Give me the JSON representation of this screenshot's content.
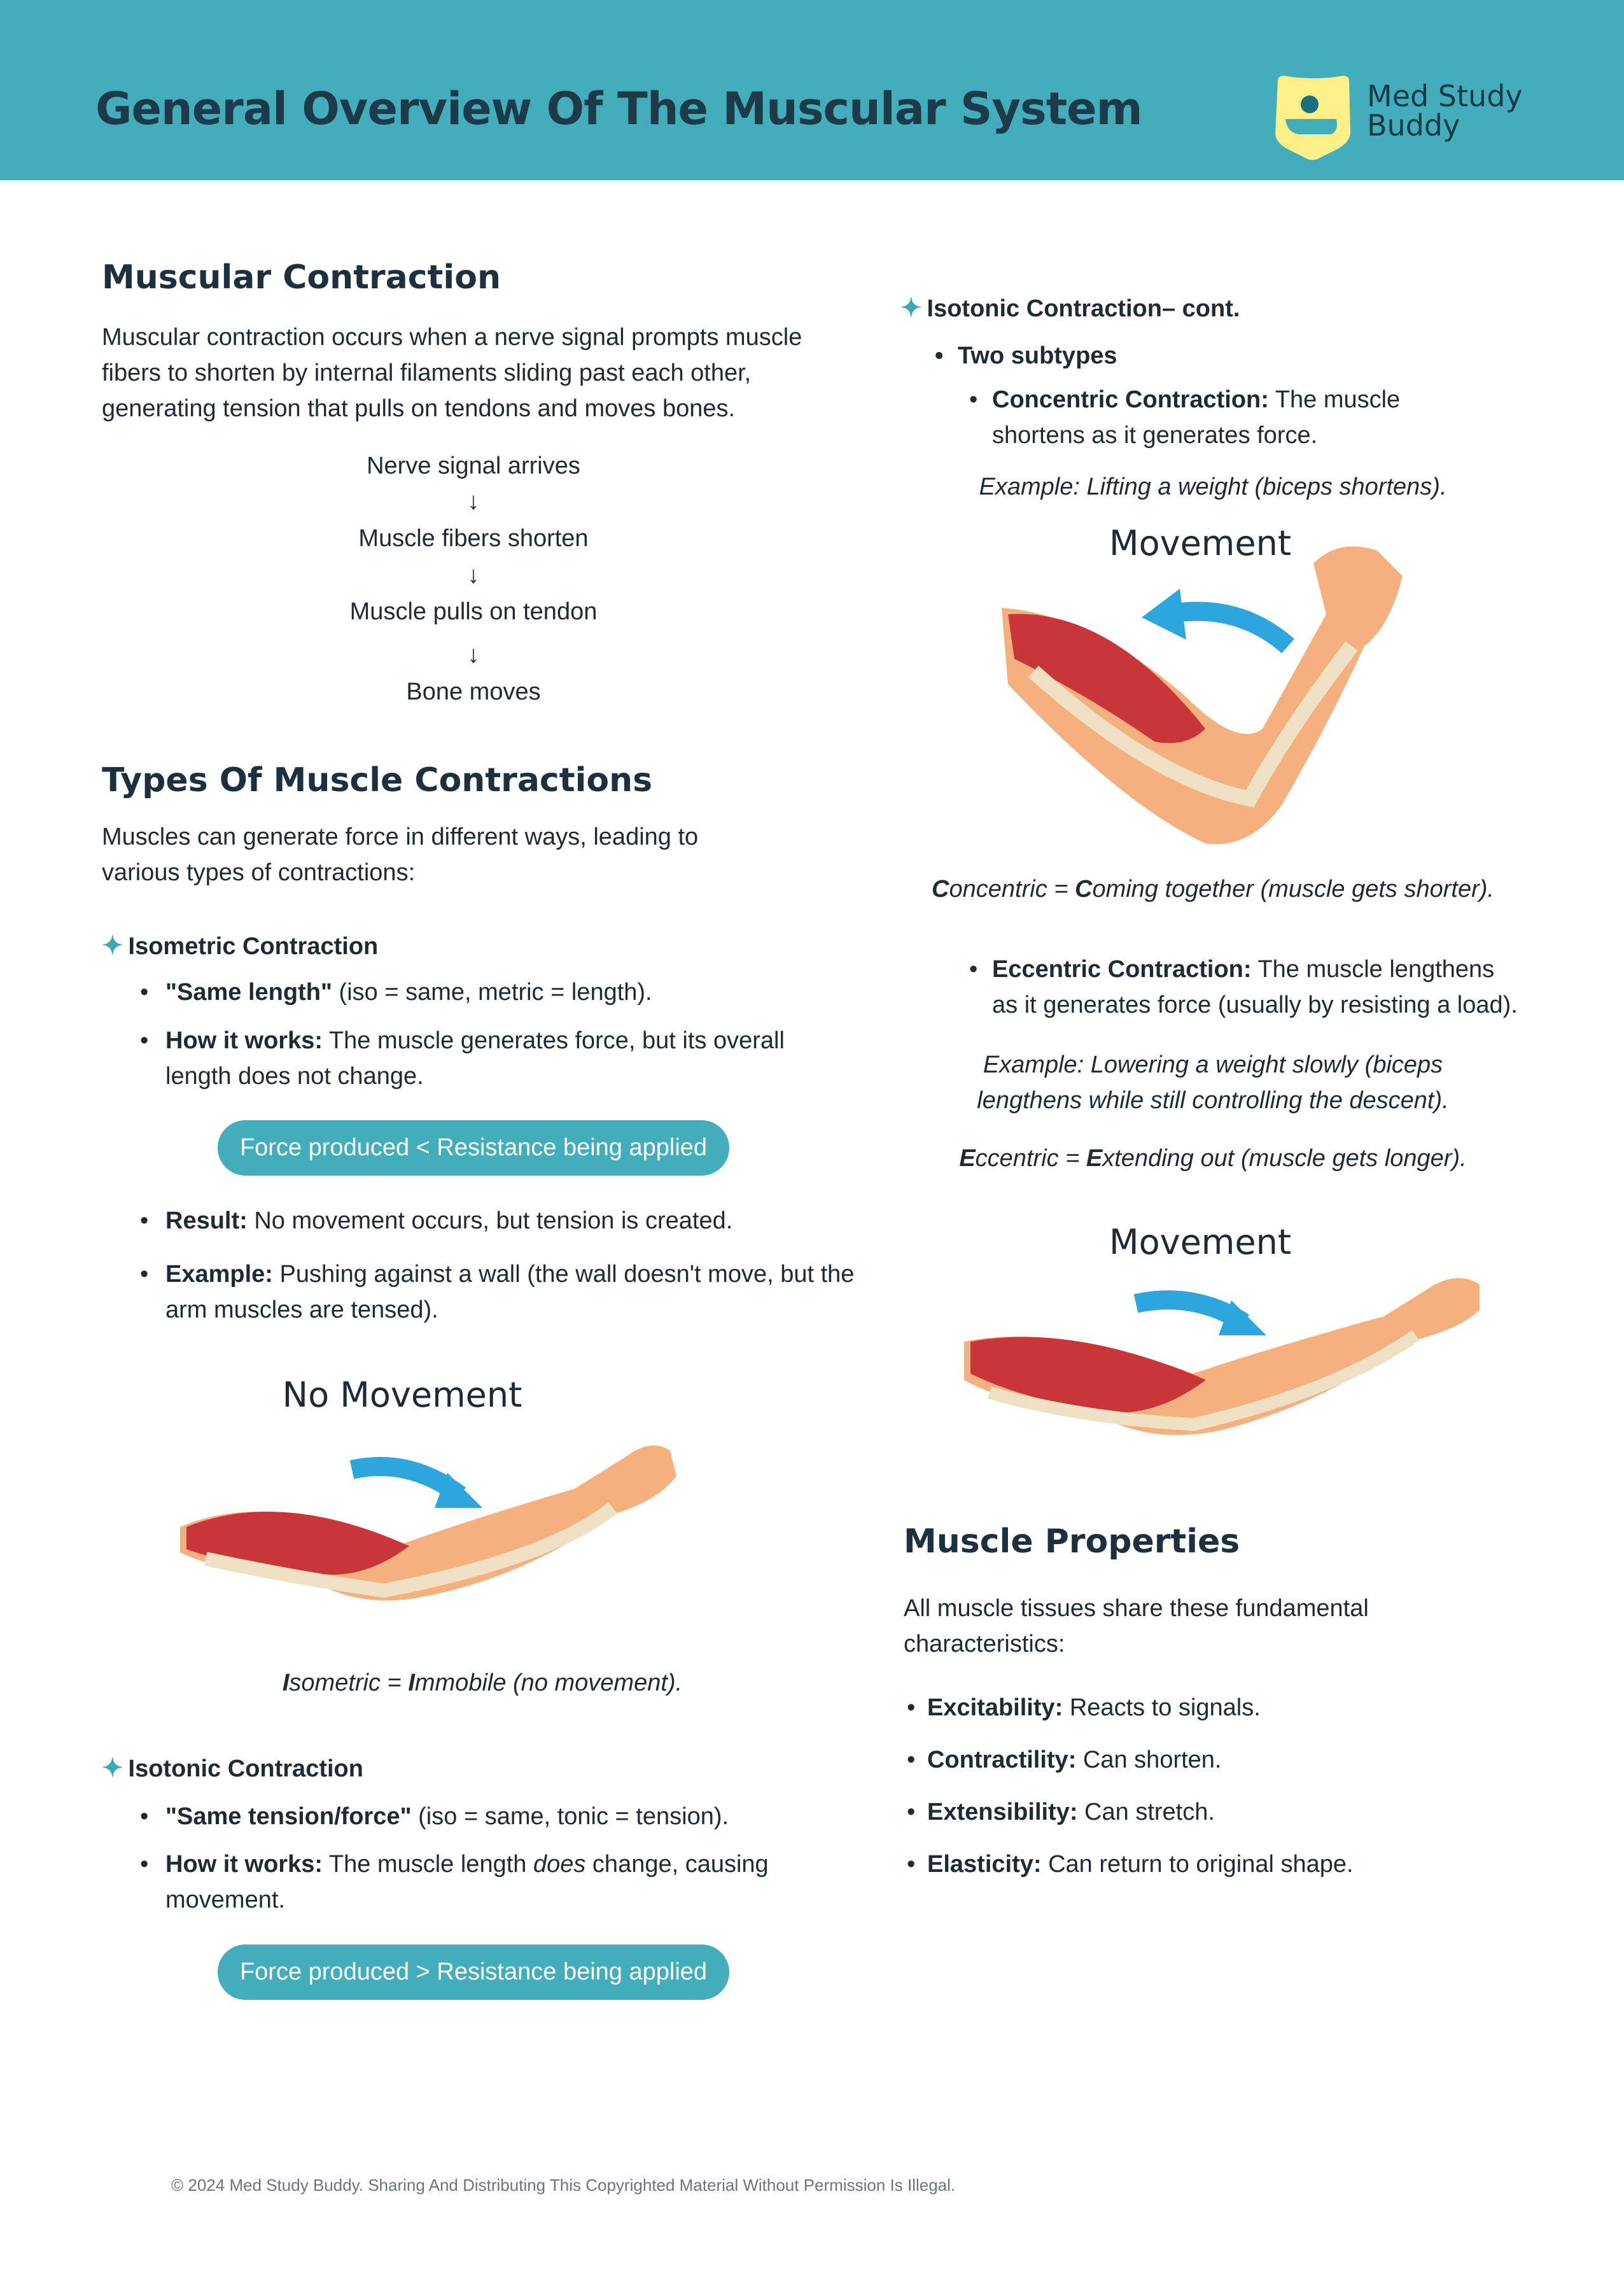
{
  "header": {
    "title": "General Overview Of The Muscular System",
    "brand_line1": "Med Study",
    "brand_line2": "Buddy"
  },
  "colors": {
    "header": "#43adbb",
    "pill": "#43adbb",
    "arrow": "#2ea6dd",
    "muscle": "#c8363a",
    "skin": "#f4b07f"
  },
  "contraction": {
    "heading": "Muscular Contraction",
    "lines": [
      "Muscular contraction occurs when a nerve signal prompts muscle",
      "fibers to shorten by internal filaments sliding past each other,",
      "generating tension that pulls on tendons and moves bones."
    ],
    "flow": [
      "Nerve signal arrives",
      "↓",
      "Muscle fibers shorten",
      "↓",
      "Muscle pulls on tendon",
      "↓",
      "Bone moves"
    ]
  },
  "types": {
    "heading": "Types Of Muscle Contractions",
    "lines": [
      "Muscles can generate force in different ways, leading to",
      "various types of contractions:"
    ]
  },
  "isometric": {
    "heading": "Isometric Contraction",
    "b1_bold": "\"Same length\"",
    "b1_rest": " (iso = same, metric = length).",
    "b2_bold": "How it works:",
    "b2_rest": " The muscle generates force, but its overall",
    "b2_line2": "length does not change.",
    "pill": "Force produced < Resistance being applied",
    "b3_bold": "Result:",
    "b3_rest": " No movement occurs, but tension is created.",
    "b4_bold": "Example:",
    "b4_rest": " Pushing against a wall (the wall doesn't move, but the",
    "b4_line2": "arm muscles are tensed).",
    "figure_label": "No Movement",
    "mn": [
      "I",
      "sometric = ",
      "I",
      "mmobile (no movement)."
    ]
  },
  "isotonic": {
    "heading": "Isotonic Contraction",
    "b1_bold": "\"Same tension/force\"",
    "b1_rest": " (iso = same, tonic = tension).",
    "b2_bold": "How it works:",
    "b2_rest1": " The muscle length ",
    "b2_em": "does",
    "b2_rest2": " change, causing",
    "b2_line2": "movement.",
    "pill": "Force produced > Resistance being applied"
  },
  "isotonic_cont": {
    "heading": "Isotonic Contraction– cont.",
    "subtypes": "Two subtypes",
    "con_bold": "Concentric Contraction:",
    "con_rest": " The muscle",
    "con_line2": "shortens as it generates force.",
    "con_example": "Example: Lifting a weight (biceps shortens).",
    "con_label": "Movement",
    "con_mn": [
      "C",
      "oncentric = ",
      "C",
      "oming together (muscle gets shorter)."
    ],
    "ecc_bold": "Eccentric Contraction:",
    "ecc_rest": " The muscle lengthens",
    "ecc_line2": "as it generates force (usually by resisting a load).",
    "ecc_example1": "Example: Lowering a weight slowly (biceps",
    "ecc_example2": "lengthens while still controlling the descent).",
    "ecc_mn": [
      "E",
      "ccentric = ",
      "E",
      "xtending out (muscle gets longer)."
    ],
    "ecc_label": "Movement"
  },
  "properties": {
    "heading": "Muscle Properties",
    "lines": [
      "All muscle tissues share these fundamental",
      "characteristics:"
    ],
    "items": [
      {
        "bold": "Excitability:",
        "rest": " Reacts to signals."
      },
      {
        "bold": "Contractility:",
        "rest": " Can shorten."
      },
      {
        "bold": "Extensibility:",
        "rest": " Can stretch."
      },
      {
        "bold": "Elasticity:",
        "rest": " Can return to original shape."
      }
    ]
  },
  "footer": "© 2024 Med Study Buddy. Sharing And Distributing This Copyrighted Material Without Permission Is Illegal."
}
